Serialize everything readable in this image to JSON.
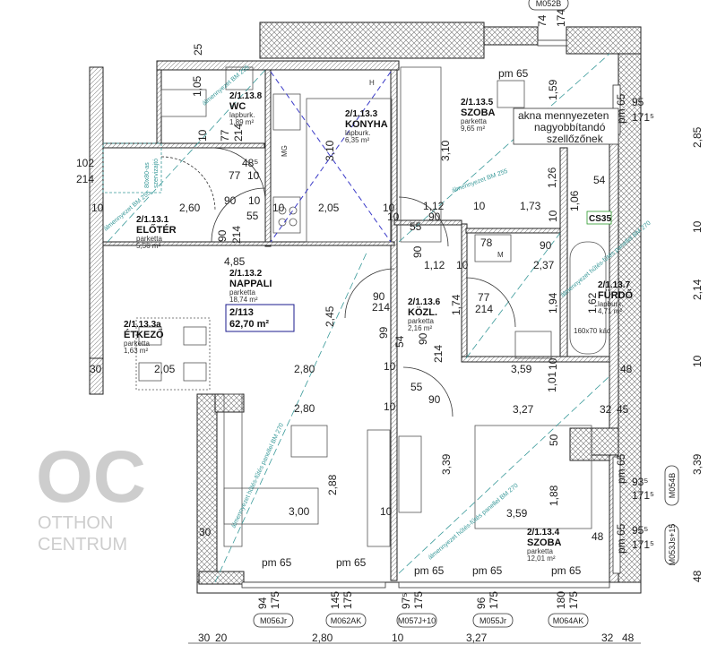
{
  "apartment": {
    "code": "2/113",
    "area": "62,70 m²",
    "accent": "#1a1a8c"
  },
  "rooms": [
    {
      "id": "2/1.13.8",
      "name": "WC",
      "floor": "lapburk.",
      "area": "1,89 m²"
    },
    {
      "id": "2/1.13.1",
      "name": "ELŐTÉR",
      "floor": "parketta",
      "area": "5,56 m²"
    },
    {
      "id": "2/1.13.3",
      "name": "KONYHA",
      "floor": "lapburk.",
      "area": "6,35 m²"
    },
    {
      "id": "2/1.13.5",
      "name": "SZOBA",
      "floor": "parketta",
      "area": "9,65 m²"
    },
    {
      "id": "2/1.13.2",
      "name": "NAPPALI",
      "floor": "parketta",
      "area": "18,74 m²"
    },
    {
      "id": "2/1.13.3a",
      "name": "ÉTKEZŐ",
      "floor": "parketta",
      "area": "1,63 m²"
    },
    {
      "id": "2/1.13.6",
      "name": "KÖZL.",
      "floor": "parketta",
      "area": "2,16 m²"
    },
    {
      "id": "2/1.13.7",
      "name": "FÜRDŐ",
      "floor": "lapburk.",
      "area": "4,71 m²"
    },
    {
      "id": "2/1.13.4",
      "name": "SZOBA",
      "floor": "parketta",
      "area": "12,01 m²"
    }
  ],
  "notes": {
    "shaft": [
      "akna mennyezeten",
      "nagyobbítandó",
      "szellőzőnek"
    ],
    "bathtub": "160x70 kád",
    "cs": "CS35",
    "service": [
      "80x80-as",
      "szervizajtó"
    ],
    "mw": "MG",
    "m": "M",
    "h": "H",
    "ceiling": [
      "álmennyezet BM 255",
      "álmennyezet BM 255",
      "álmennyezet hűtés-fűtés panellel BM 270",
      "álmennyezet BM 255",
      "álmennyezet hűtés-fűtés panellel BM 270",
      "álmennyezet hűtés-fűtés panellel BM 270"
    ]
  },
  "watermark": {
    "logo": "OC",
    "line1": "OTTHON",
    "line2": "CENTRUM"
  },
  "dimensions": [
    "25",
    "1,05",
    "77",
    "214",
    "10",
    "48⁵",
    "77",
    "10",
    "2,60",
    "10",
    "90",
    "10",
    "55",
    "90",
    "214",
    "10",
    "2,05",
    "10",
    "3,10",
    "4,85",
    "2,45",
    "90",
    "214",
    "99",
    "30",
    "2,05",
    "2,80",
    "10",
    "2,80",
    "10",
    "2,88",
    "3,00",
    "10",
    "30",
    "3,10",
    "1,12",
    "90",
    "10",
    "55",
    "10",
    "1,73",
    "1,59",
    "1,26",
    "10",
    "1,06",
    "54",
    "78",
    "90",
    "1,12",
    "10",
    "90",
    "2,37",
    "77",
    "214",
    "1,74",
    "1,94",
    "1,62",
    "54",
    "90",
    "214",
    "3,59",
    "10",
    "55",
    "90",
    "3,27",
    "1,01",
    "32",
    "45",
    "48",
    "3,39",
    "50",
    "1,88",
    "3,59",
    "48",
    "93⁵",
    "171⁵",
    "95⁵",
    "171⁵",
    "95",
    "171⁵",
    "2,85",
    "10",
    "2,14",
    "10",
    "3,39",
    "48",
    "74",
    "174",
    "102",
    "214"
  ],
  "bottom_dimensions": [
    "30",
    "20",
    "2,80",
    "10",
    "3,27",
    "32",
    "48"
  ],
  "window_sills": [
    "94",
    "175",
    "145",
    "175",
    "97⁵",
    "175",
    "96",
    "175",
    "180",
    "175"
  ],
  "window_labels": [
    "pm 65",
    "pm 65",
    "pm 65",
    "pm 65",
    "pm 65",
    "pm 65",
    "pm 65",
    "pm 65",
    "pm 65"
  ],
  "window_tags": [
    "M056Jr",
    "M062AK",
    "M057J+10",
    "M055Jr",
    "M064AK",
    "M054B",
    "M053Js+15",
    "M052B"
  ]
}
